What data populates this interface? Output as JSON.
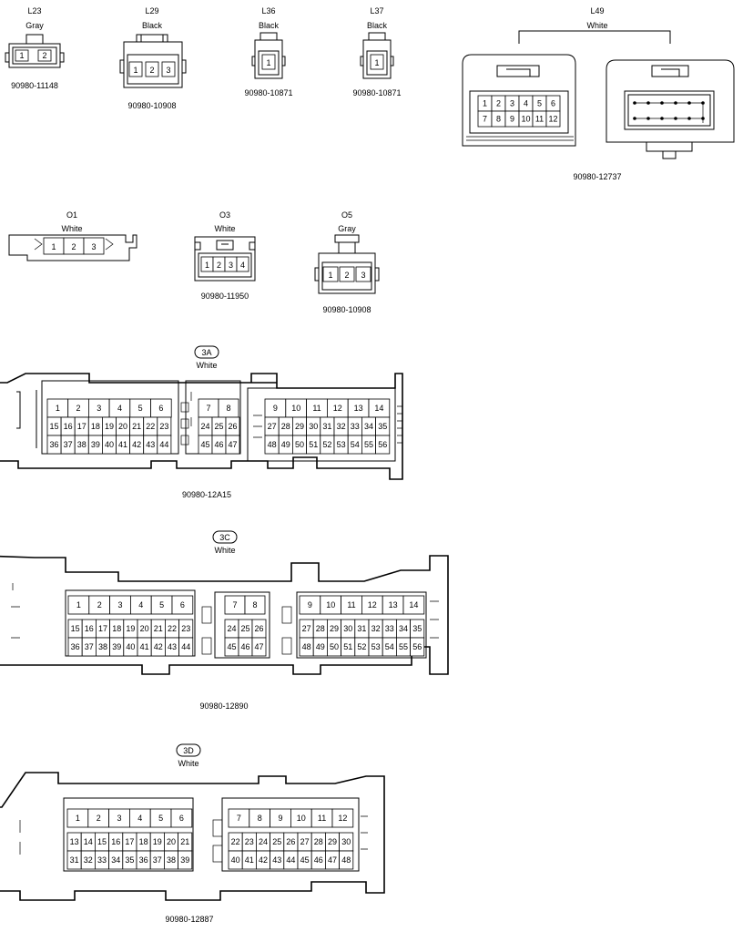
{
  "connectors": {
    "L23": {
      "code": "L23",
      "color": "Gray",
      "part": "90980-11148",
      "pins": [
        "1",
        "2"
      ]
    },
    "L29": {
      "code": "L29",
      "color": "Black",
      "part": "90980-10908",
      "pins": [
        "1",
        "2",
        "3"
      ]
    },
    "L36": {
      "code": "L36",
      "color": "Black",
      "part": "90980-10871",
      "pins": [
        "1"
      ]
    },
    "L37": {
      "code": "L37",
      "color": "Black",
      "part": "90980-10871",
      "pins": [
        "1"
      ]
    },
    "L49": {
      "code": "L49",
      "color": "White",
      "part": "90980-12737",
      "rows": [
        [
          "1",
          "2",
          "3",
          "4",
          "5",
          "6"
        ],
        [
          "7",
          "8",
          "9",
          "10",
          "11",
          "12"
        ]
      ]
    },
    "O1": {
      "code": "O1",
      "color": "White",
      "pins": [
        "1",
        "2",
        "3"
      ]
    },
    "O3": {
      "code": "O3",
      "color": "White",
      "part": "90980-11950",
      "pins": [
        "1",
        "2",
        "3",
        "4"
      ]
    },
    "O5": {
      "code": "O5",
      "color": "Gray",
      "part": "90980-10908",
      "pins": [
        "1",
        "2",
        "3"
      ]
    },
    "C3A": {
      "code": "3A",
      "color": "White",
      "part": "90980-12A15"
    },
    "C3C": {
      "code": "3C",
      "color": "White",
      "part": "90980-12890"
    },
    "C3D": {
      "code": "3D",
      "color": "White",
      "part": "90980-12887"
    }
  }
}
